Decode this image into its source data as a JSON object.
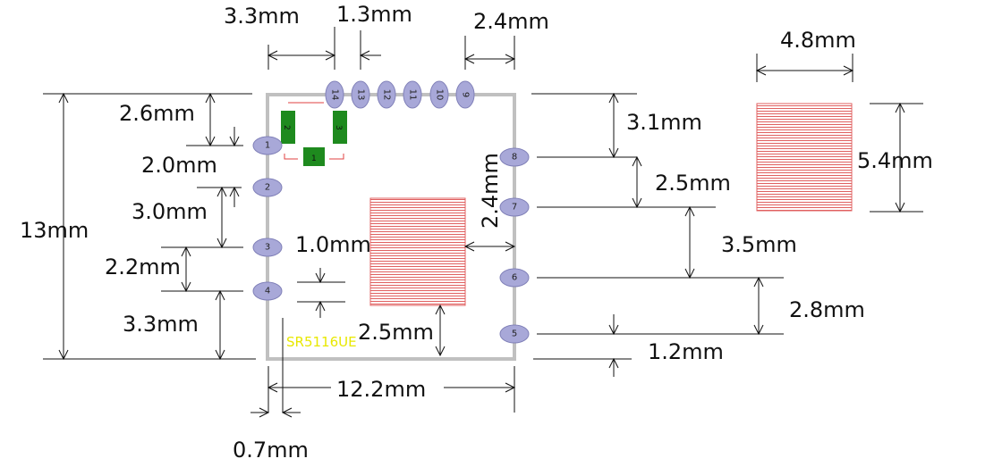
{
  "part_label": "SR5116UE",
  "top_pads": [
    "14",
    "13",
    "12",
    "11",
    "10",
    "9"
  ],
  "left_pads": [
    "1",
    "2",
    "3",
    "4"
  ],
  "right_pads": [
    "8",
    "7",
    "6",
    "5"
  ],
  "smd_labels": [
    "2",
    "1",
    "3"
  ],
  "dims": {
    "top_3_3": "3.3mm",
    "top_1_3": "1.3mm",
    "top_2_4": "2.4mm",
    "pad_4_8": "4.8mm",
    "pad_5_4": "5.4mm",
    "left_2_6": "2.6mm",
    "left_2_0": "2.0mm",
    "left_3_0": "3.0mm",
    "left_2_2": "2.2mm",
    "left_3_3": "3.3mm",
    "height_13": "13mm",
    "in_1_0": "1.0mm",
    "in_2_5": "2.5mm",
    "in_2_4": "2.4mm",
    "right_3_1": "3.1mm",
    "right_2_5": "2.5mm",
    "right_3_5": "3.5mm",
    "right_2_8": "2.8mm",
    "right_1_2": "1.2mm",
    "width_12_2": "12.2mm",
    "bottom_0_7": "0.7mm"
  },
  "colors": {
    "outline": "#c0c0c0",
    "pad": "#a8a8d8",
    "pad_stroke": "#8080b8",
    "hatch": "#e06060",
    "smd": "#1e8a1e",
    "silk": "#e8e800",
    "keepout": "#e04040"
  }
}
